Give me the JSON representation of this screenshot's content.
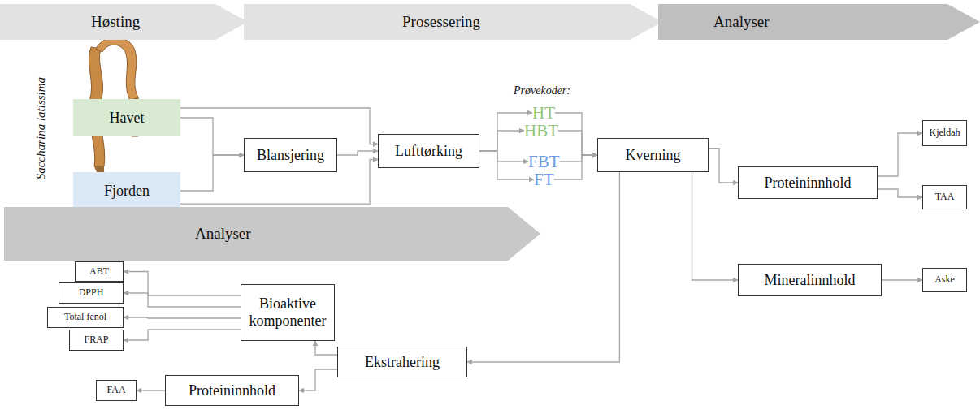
{
  "diagram": {
    "nodes": [
      {
        "text": [
          "Høsting"
        ]
      },
      {
        "text": [
          "Prosessering"
        ]
      },
      {
        "text": [
          "Analyser"
        ]
      },
      {
        "text": [
          "Havet"
        ]
      },
      {
        "text": [
          "Fjorden"
        ]
      },
      {
        "text": [
          "Blansjering"
        ]
      },
      {
        "text": [
          "Lufttørking"
        ]
      },
      {
        "text": [
          "HT"
        ]
      },
      {
        "text": [
          "HBT"
        ]
      },
      {
        "text": [
          "FBT"
        ]
      },
      {
        "text": [
          "FT"
        ]
      },
      {
        "text": [
          "Kverning"
        ]
      },
      {
        "text": [
          "Proteininnhold"
        ]
      },
      {
        "text": [
          "Kjeldah"
        ]
      },
      {
        "text": [
          "TAA"
        ]
      },
      {
        "text": [
          "Mineralinnhold"
        ]
      },
      {
        "text": [
          "Aske"
        ]
      },
      {
        "text": [
          "Analyser"
        ]
      },
      {
        "text": [
          "ABT"
        ]
      },
      {
        "text": [
          "DPPH"
        ]
      },
      {
        "text": [
          "Total fenol"
        ]
      },
      {
        "text": [
          "FRAP"
        ]
      },
      {
        "text": [
          "Bioaktive komponenter"
        ]
      },
      {
        "text": [
          "Ekstrahering"
        ]
      },
      {
        "text": [
          "FAA"
        ]
      },
      {
        "text": [
          "Proteininnhold"
        ]
      }
    ],
    "edges": [
      {
        "from": 3,
        "to": 5,
        "arrow": "to"
      },
      {
        "from": 3,
        "to": 6,
        "arrow": "to"
      },
      {
        "from": 4,
        "to": 5,
        "arrow": "to"
      },
      {
        "from": 4,
        "to": 6,
        "arrow": "to"
      },
      {
        "from": 5,
        "to": 6,
        "arrow": "to"
      },
      {
        "from": 6,
        "to": 7,
        "arrow": "to"
      },
      {
        "from": 6,
        "to": 8,
        "arrow": "to"
      },
      {
        "from": 6,
        "to": 9,
        "arrow": "to"
      },
      {
        "from": 6,
        "to": 10,
        "arrow": "to"
      },
      {
        "from": 7,
        "to": 11,
        "arrow": "to"
      },
      {
        "from": 8,
        "to": 11,
        "arrow": "to"
      },
      {
        "from": 9,
        "to": 11,
        "arrow": "to"
      },
      {
        "from": 10,
        "to": 11,
        "arrow": "to"
      },
      {
        "from": 11,
        "to": 12,
        "arrow": "to"
      },
      {
        "from": 11,
        "to": 15,
        "arrow": "to"
      },
      {
        "from": 11,
        "to": 23,
        "arrow": "to"
      },
      {
        "from": 12,
        "to": 13,
        "arrow": "to"
      },
      {
        "from": 12,
        "to": 14,
        "arrow": "to"
      },
      {
        "from": 15,
        "to": 16,
        "arrow": "to"
      },
      {
        "from": 23,
        "to": 22,
        "arrow": "to"
      },
      {
        "from": 23,
        "to": 25,
        "arrow": "to"
      },
      {
        "from": 22,
        "to": 18,
        "arrow": "to"
      },
      {
        "from": 22,
        "to": 19,
        "arrow": "to"
      },
      {
        "from": 22,
        "to": 20,
        "arrow": "to"
      },
      {
        "from": 22,
        "to": 21,
        "arrow": "to"
      },
      {
        "from": 25,
        "to": 24,
        "arrow": "to"
      }
    ],
    "labels": [
      "Saccharina latissima",
      "Prøvekoder:"
    ]
  }
}
